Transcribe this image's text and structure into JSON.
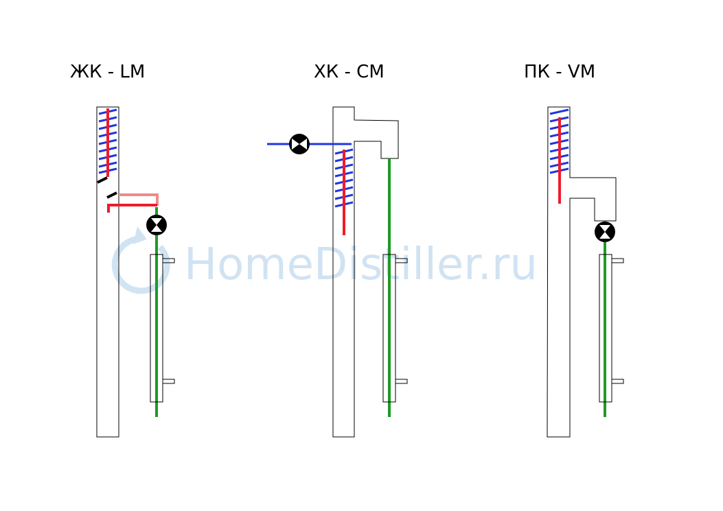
{
  "titles": {
    "lm": "ЖК - LM",
    "cm": "ХК - CM",
    "vm": "ПК - VM"
  },
  "watermark": {
    "text": "HomeDistiller.ru",
    "color": "#c9dff0"
  },
  "colors": {
    "outline": "#000000",
    "coolant": "#1f35e0",
    "vapor": "#ee1c2a",
    "vapor_light": "#f08a8a",
    "product": "#1e9a24",
    "valve": "#000000"
  }
}
